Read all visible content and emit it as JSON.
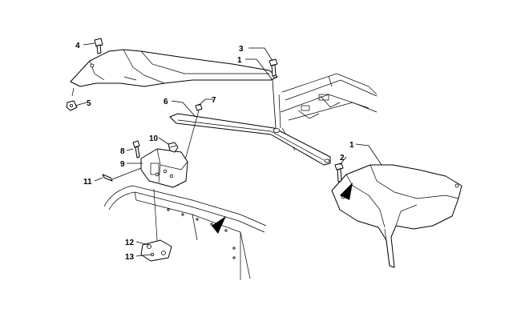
{
  "callouts": [
    {
      "id": "c1a",
      "text": "1"
    },
    {
      "id": "c1b",
      "text": "1"
    },
    {
      "id": "c2",
      "text": "2"
    },
    {
      "id": "c3",
      "text": "3"
    },
    {
      "id": "c4",
      "text": "4"
    },
    {
      "id": "c5",
      "text": "5"
    },
    {
      "id": "c6",
      "text": "6"
    },
    {
      "id": "c7",
      "text": "7"
    },
    {
      "id": "c8",
      "text": "8"
    },
    {
      "id": "c9",
      "text": "9"
    },
    {
      "id": "c10",
      "text": "10"
    },
    {
      "id": "c11",
      "text": "11"
    },
    {
      "id": "c12",
      "text": "12"
    },
    {
      "id": "c13",
      "text": "13"
    }
  ]
}
